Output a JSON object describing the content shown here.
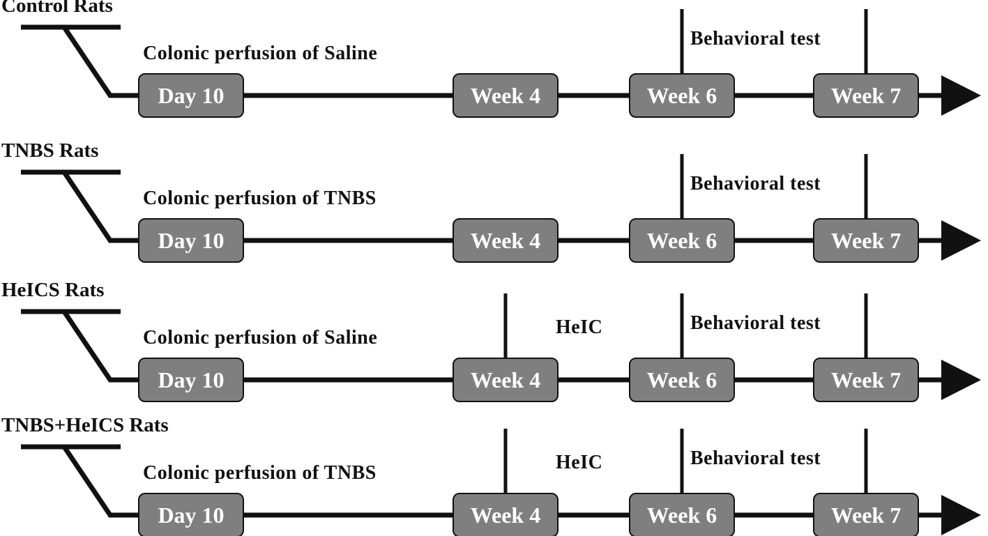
{
  "groups": [
    {
      "title": "Control Rats",
      "perfusion": "Colonic perfusion of Saline",
      "boxes": [
        "Day 10",
        "Week 4",
        "Week 6",
        "Week 7"
      ],
      "events": [
        {
          "label": "Behavioral test",
          "markers": [
            "Week 6",
            "Week 7"
          ]
        }
      ]
    },
    {
      "title": "TNBS Rats",
      "perfusion": "Colonic perfusion of TNBS",
      "boxes": [
        "Day 10",
        "Week 4",
        "Week 6",
        "Week 7"
      ],
      "events": [
        {
          "label": "Behavioral test",
          "markers": [
            "Week 6",
            "Week 7"
          ]
        }
      ]
    },
    {
      "title": "HeICS Rats",
      "perfusion": "Colonic perfusion of Saline",
      "boxes": [
        "Day 10",
        "Week 4",
        "Week 6",
        "Week 7"
      ],
      "events": [
        {
          "label": "HeIC",
          "markers": [
            "Week 4",
            "Week 6"
          ]
        },
        {
          "label": "Behavioral test",
          "markers": [
            "Week 6",
            "Week 7"
          ]
        }
      ]
    },
    {
      "title": "TNBS+HeICS Rats",
      "perfusion": "Colonic perfusion of TNBS",
      "boxes": [
        "Day 10",
        "Week 4",
        "Week 6",
        "Week 7"
      ],
      "events": [
        {
          "label": "HeIC",
          "markers": [
            "Week 4",
            "Week 6"
          ]
        },
        {
          "label": "Behavioral test",
          "markers": [
            "Week 6",
            "Week 7"
          ]
        }
      ]
    }
  ],
  "colors": {
    "line": "#111111",
    "box_fill": "#7f7f7f",
    "box_text": "#ffffff"
  }
}
